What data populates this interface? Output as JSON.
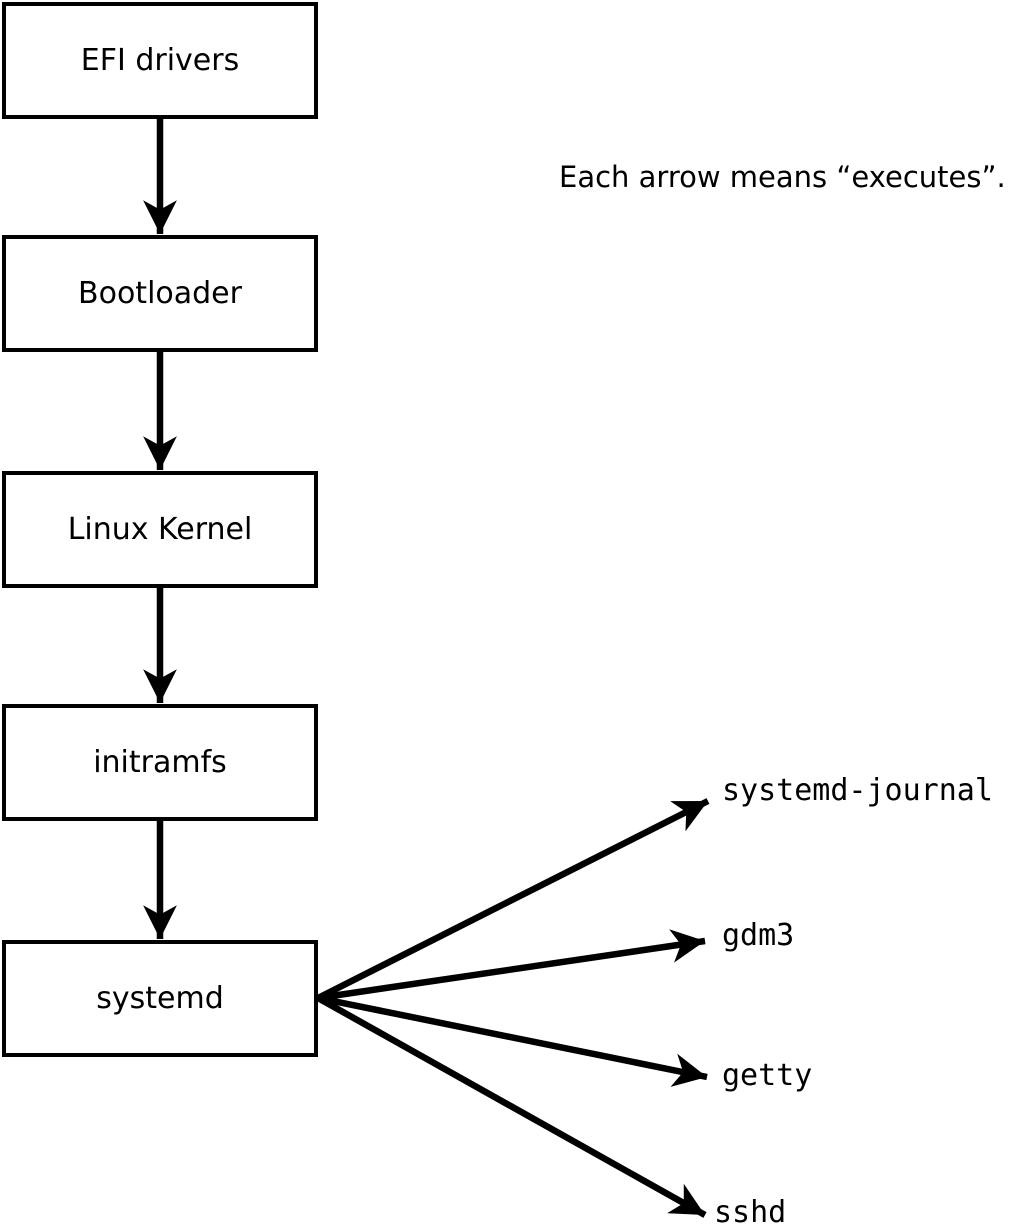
{
  "diagram": {
    "title_note": "Each arrow means “executes”.",
    "boot_chain": [
      {
        "label": "EFI drivers"
      },
      {
        "label": "Bootloader"
      },
      {
        "label": "Linux Kernel"
      },
      {
        "label": "initramfs"
      },
      {
        "label": "systemd"
      }
    ],
    "systemd_children": [
      {
        "label": "systemd-journal"
      },
      {
        "label": "gdm3"
      },
      {
        "label": "getty"
      },
      {
        "label": "sshd"
      }
    ],
    "colors": {
      "stroke": "#000000",
      "box_fill": "#ffffff",
      "text": "#000000",
      "background": "#ffffff"
    }
  }
}
